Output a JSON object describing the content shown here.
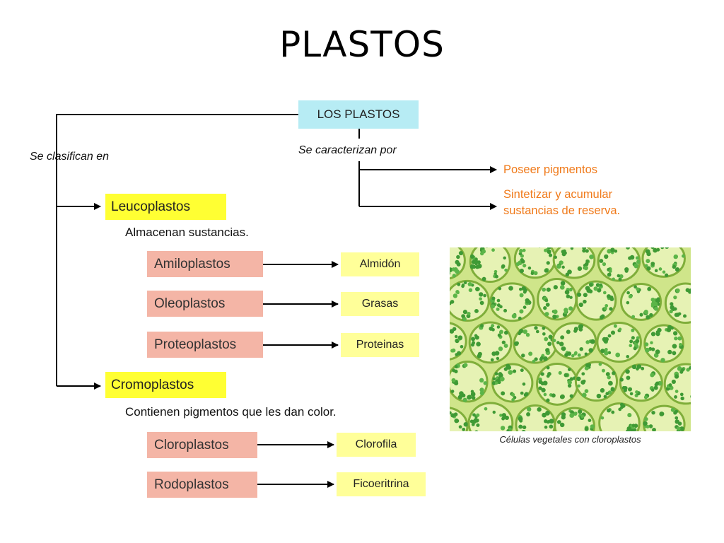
{
  "title": "PLASTOS",
  "root": "LOS PLASTOS",
  "edge_labels": {
    "classified": "Se clasifican en",
    "characterized": "Se caracterizan por"
  },
  "characteristics": [
    "Poseer pigmentos",
    "Sintetizar y acumular",
    "sustancias de reserva."
  ],
  "leucoplastos": {
    "label": "Leucoplastos",
    "description": "Almacenan sustancias.",
    "types": [
      {
        "name": "Amiloplastos",
        "product": "Almidón"
      },
      {
        "name": "Oleoplastos",
        "product": "Grasas"
      },
      {
        "name": "Proteoplastos",
        "product": "Proteinas"
      }
    ]
  },
  "cromoplastos": {
    "label": "Cromoplastos",
    "description": "Contienen pigmentos que les dan color.",
    "types": [
      {
        "name": "Cloroplastos",
        "product": "Clorofila"
      },
      {
        "name": "Rodoplastos",
        "product": "Ficoeritrina"
      }
    ]
  },
  "image_caption": "Células vegetales con cloroplastos",
  "colors": {
    "root_box": "#b7ecf4",
    "class_box": "#ffff33",
    "subtype_box": "#f4b5a6",
    "product_box": "#ffff99",
    "characteristic_text": "#f07a1a"
  }
}
